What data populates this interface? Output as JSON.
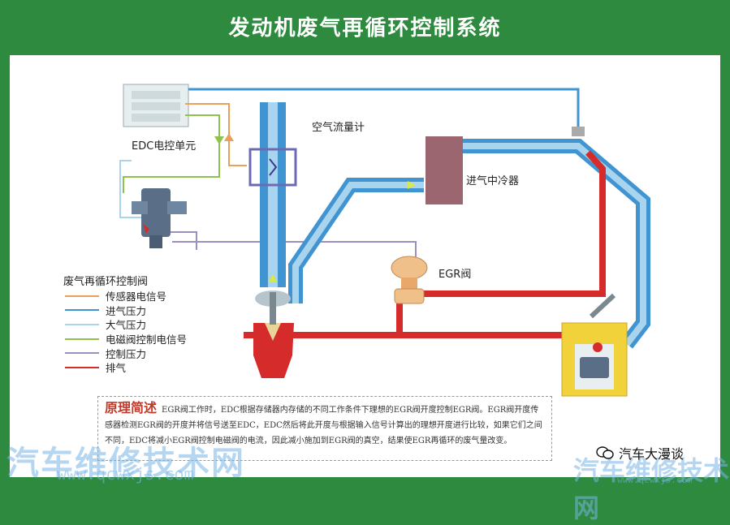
{
  "title": "发动机废气再循环控制系统",
  "labels": {
    "air_flow_meter": "空气流量计",
    "edc_unit": "EDC电控单元",
    "intercooler": "进气中冷器",
    "egr_valve": "EGR阀",
    "egr_control_valve": "废气再循环控制阀"
  },
  "legend": [
    {
      "label": "传感器电信号",
      "color": "#e8a05a"
    },
    {
      "label": "进气压力",
      "color": "#3f94d1"
    },
    {
      "label": "大气压力",
      "color": "#a9d4ee"
    },
    {
      "label": "电磁阀控制电信号",
      "color": "#8fc24a"
    },
    {
      "label": "控制压力",
      "color": "#9b8fc2"
    },
    {
      "label": "排气",
      "color": "#d62b2b"
    }
  ],
  "principle": {
    "title": "原理简述",
    "text": "EGR阀工作时，EDC根据存储器内存储的不同工作条件下理想的EGR阀开度控制EGR阀。EGR阀开度传感器检测EGR阀的开度并将信号送至EDC，EDC然后将此开度与根据输入信号计算出的理想开度进行比较，如果它们之间不同，EDC将减小EGR阀控制电磁阀的电流，因此减小施加到EGR阀的真空，结果使EGR再循环的废气量改变。"
  },
  "watermarks": {
    "left_text": "汽车维修技术网",
    "left_url": "www.qcwxjs.com",
    "right_text": "汽车维修技术网",
    "right_url": "www.qcwxjs.com",
    "brand": "汽车大漫谈"
  },
  "colors": {
    "background": "#2e8a3e",
    "exhaust": "#d62b2b",
    "intake": "#3f94d1",
    "intake_light": "#a9d4ee"
  }
}
